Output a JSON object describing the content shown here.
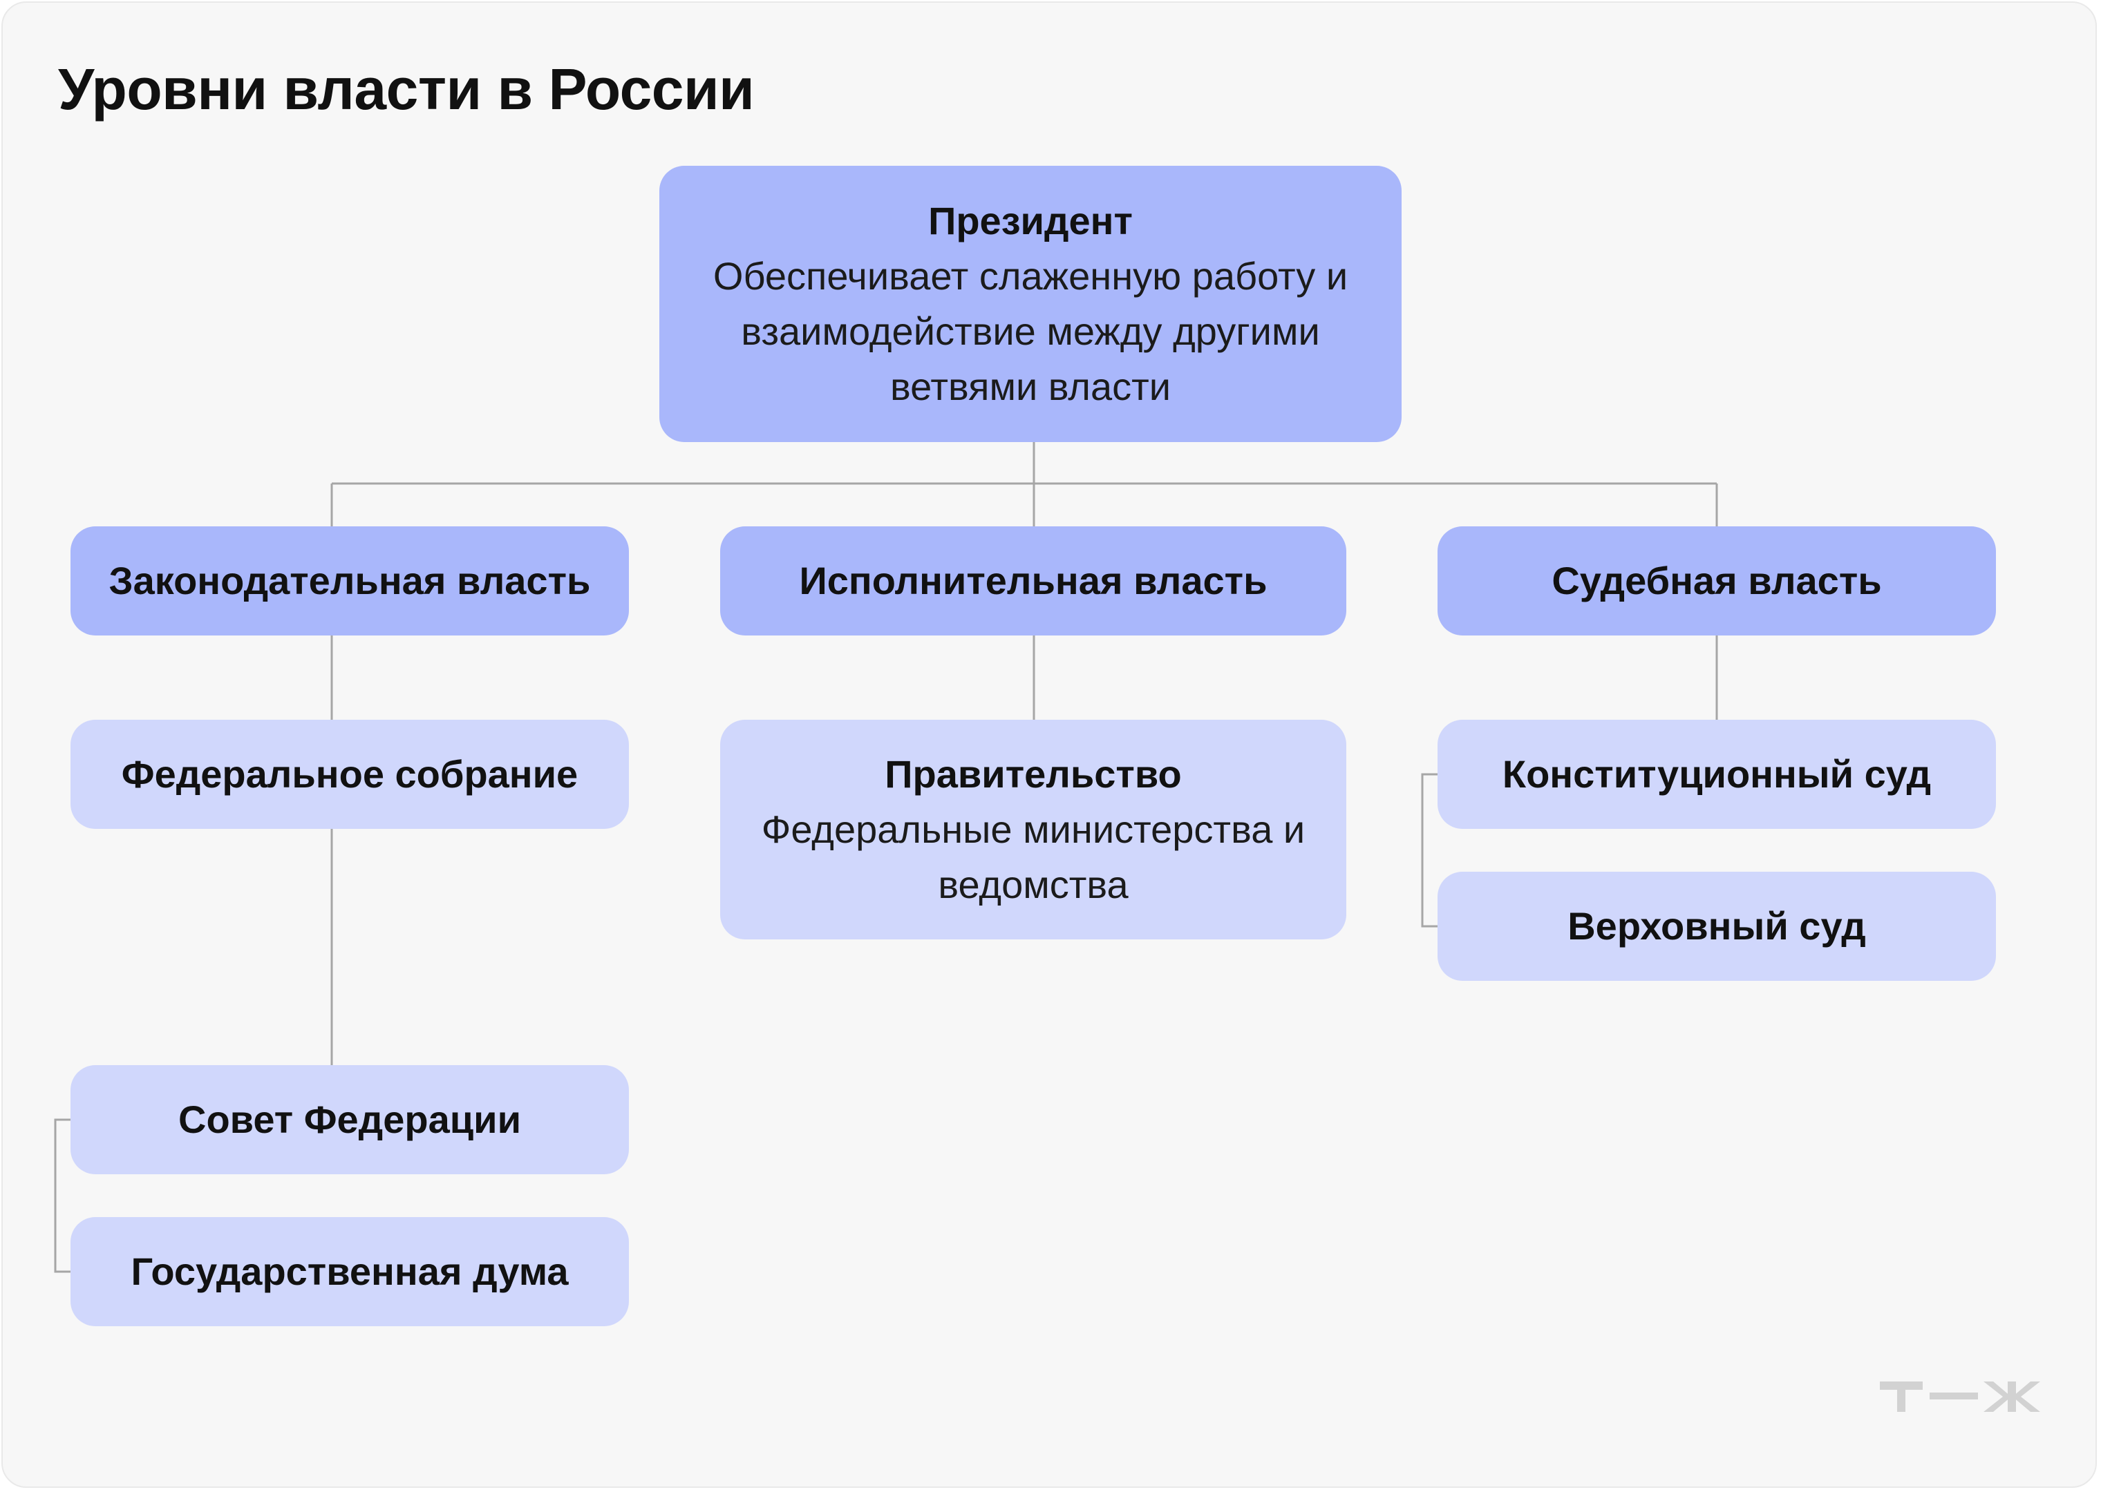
{
  "title": "Уровни власти в России",
  "president": {
    "title": "Президент",
    "description": "Обеспечивает слаженную работу и взаимодействие между другими ветвями власти"
  },
  "branches": [
    {
      "title": "Законодательная власть",
      "children": [
        {
          "title": "Федеральное собрание"
        },
        {
          "title": "Совет Федерации"
        },
        {
          "title": "Государственная дума"
        }
      ]
    },
    {
      "title": "Исполнительная власть",
      "children": [
        {
          "title": "Правительство",
          "description": "Федеральные министерства и ведомства"
        }
      ]
    },
    {
      "title": "Судебная власть",
      "children": [
        {
          "title": "Конституционный суд"
        },
        {
          "title": "Верховный суд"
        }
      ]
    }
  ],
  "logo": "т—ж",
  "colors": {
    "background": "#f7f7f7",
    "node_dark": "#a9b7fb",
    "node_light": "#d0d7fc",
    "connector": "#a6a6a6",
    "logo": "#d2d2d2"
  }
}
